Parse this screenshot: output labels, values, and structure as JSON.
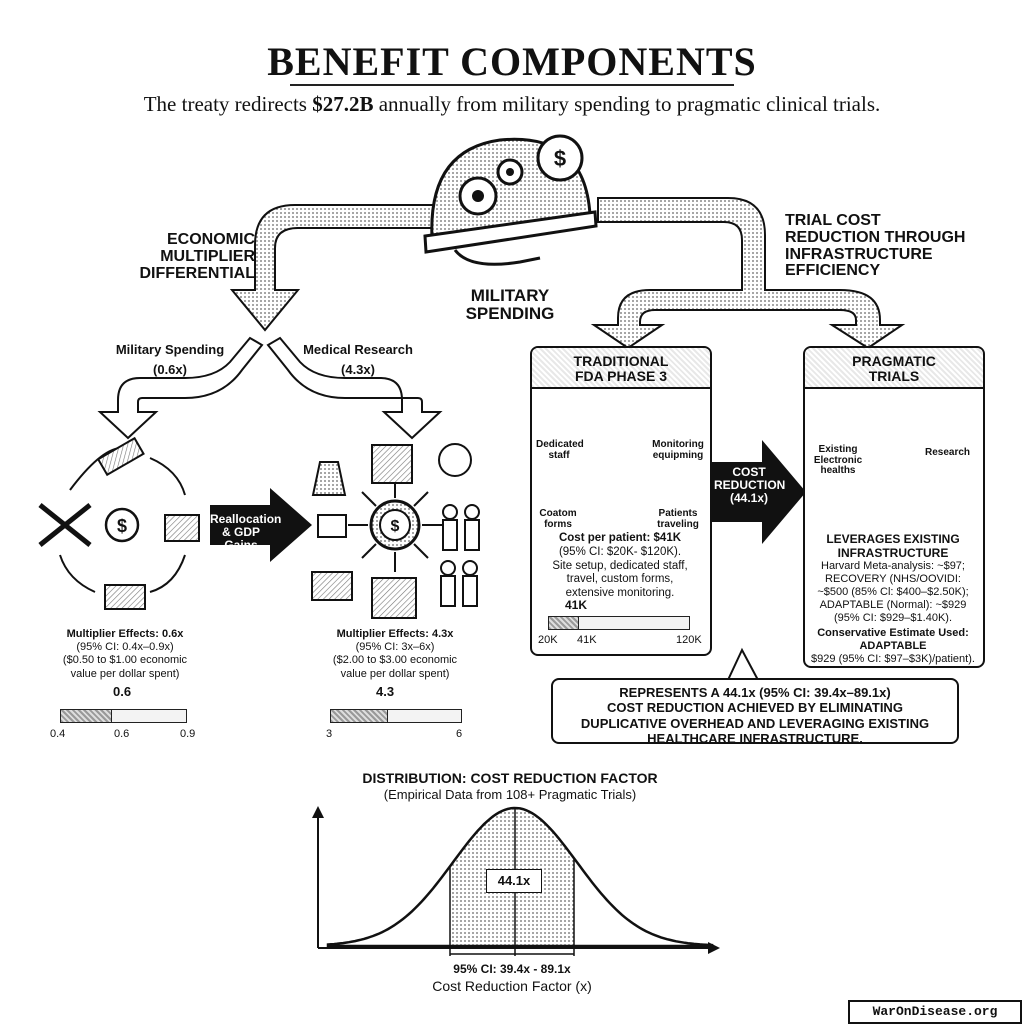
{
  "header": {
    "title": "BENEFIT COMPONENTS",
    "subtitle_prefix": "The treaty redirects ",
    "subtitle_amount": "$27.2B",
    "subtitle_suffix": " annually from military spending to pragmatic clinical trials."
  },
  "center": {
    "military_label_1": "MILITARY",
    "military_label_2": "SPENDING"
  },
  "left_branch": {
    "heading_1": "ECONOMIC",
    "heading_2": "MULTIPLIER",
    "heading_3": "DIFFERENTIAL",
    "military_label": "Military Spending",
    "military_mult": "(0.6x)",
    "medical_label": "Medical Research",
    "medical_mult": "(4.3x)",
    "realloc_1": "Reallocation",
    "realloc_2": "& GDP Gains",
    "military_effects": {
      "title": "Multiplier Effects: 0.6x",
      "ci": "(95% CI: 0.4x–0.9x)",
      "value_1": "($0.50 to $1.00 economic",
      "value_2": "value per dollar spent)",
      "marker": "0.6",
      "scale_min": "0.4",
      "scale_mid": "0.6",
      "scale_max": "0.9",
      "level_fraction": 0.4
    },
    "medical_effects": {
      "title": "Multiplier Effects: 4.3x",
      "ci": "(95% CI: 3x–6x)",
      "value_1": "($2.00 to $3.00 economic",
      "value_2": "value per dollar spent)",
      "marker": "4.3",
      "scale_min": "3",
      "scale_max": "6",
      "level_fraction": 0.43
    }
  },
  "right_branch": {
    "heading_1": "TRIAL COST",
    "heading_2": "REDUCTION THROUGH",
    "heading_3": "INFRASTRUCTURE",
    "heading_4": "EFFICIENCY",
    "traditional": {
      "head_1": "TRADITIONAL",
      "head_2": "FDA PHASE 3",
      "labels": {
        "dedicated_staff_1": "Dedicated",
        "dedicated_staff_2": "staff",
        "monitoring_1": "Monitoring",
        "monitoring_2": "equipming",
        "custom_forms_1": "Coatom",
        "custom_forms_2": "forms",
        "patients_1": "Patients",
        "patients_2": "traveling"
      },
      "cost": "Cost per patient: $41K",
      "ci": "(95% CI: $20K- $120K).",
      "desc_1": "Site setup, dedicated staff,",
      "desc_2": "travel, custom forms,",
      "desc_3": "extensive monitoring.",
      "marker": "41K",
      "scale_min": "20K",
      "scale_mid": "41K",
      "scale_max": "120K",
      "level_fraction": 0.21
    },
    "cost_reduction_1": "COST",
    "cost_reduction_2": "REDUCTION",
    "cost_reduction_3": "(44.1x)",
    "pragmatic": {
      "head_1": "PRAGMATIC",
      "head_2": "TRIALS",
      "labels": {
        "existing_1": "Existing",
        "existing_2": "Electronic",
        "existing_3": "healths",
        "research": "Research"
      },
      "lev_1": "LEVERAGES EXISTING",
      "lev_2": "INFRASTRUCTURE",
      "line_1": "Harvard Meta-analysis: ~$97;",
      "line_2": "RECOVERY (NHS/OOVIDI:",
      "line_3": "~$500 (85% Cl: $400–$2.50K);",
      "line_4": "ADAPTABLE (Normal): ~$929",
      "line_5": "(95% CI: $929–$1.40K).",
      "conservative_1": "Conservative Estimate Used:",
      "conservative_2": "ADAPTABLE",
      "conservative_3": "$929 (95% CI: $97–$3K)/patient)."
    }
  },
  "represents": {
    "line_1": "REPRESENTS A 44.1x (95% CI: 39.4x–89.1x)",
    "line_2": "COST REDUCTION ACHIEVED BY ELIMINATING",
    "line_3": "DUPLICATIVE OVERHEAD AND LEVERAGING EXISTING",
    "line_4": "HEALTHCARE INFRASTRUCTURE."
  },
  "chart_data": {
    "type": "area",
    "title": "DISTRIBUTION: COST REDUCTION FACTOR",
    "subtitle": "(Empirical Data from 108+ Pragmatic Trials)",
    "peak_label": "44.1x",
    "ci_label": "95% CI: 39.4x - 89.1x",
    "xlabel": "Cost Reduction Factor (x)",
    "center": 44.1,
    "ci": [
      39.4,
      89.1
    ]
  },
  "footer": {
    "badge": "WarOnDisease.org"
  },
  "colors": {
    "ink": "#111111",
    "arrow_black": "#111111",
    "shade": "#cfcfcf"
  }
}
